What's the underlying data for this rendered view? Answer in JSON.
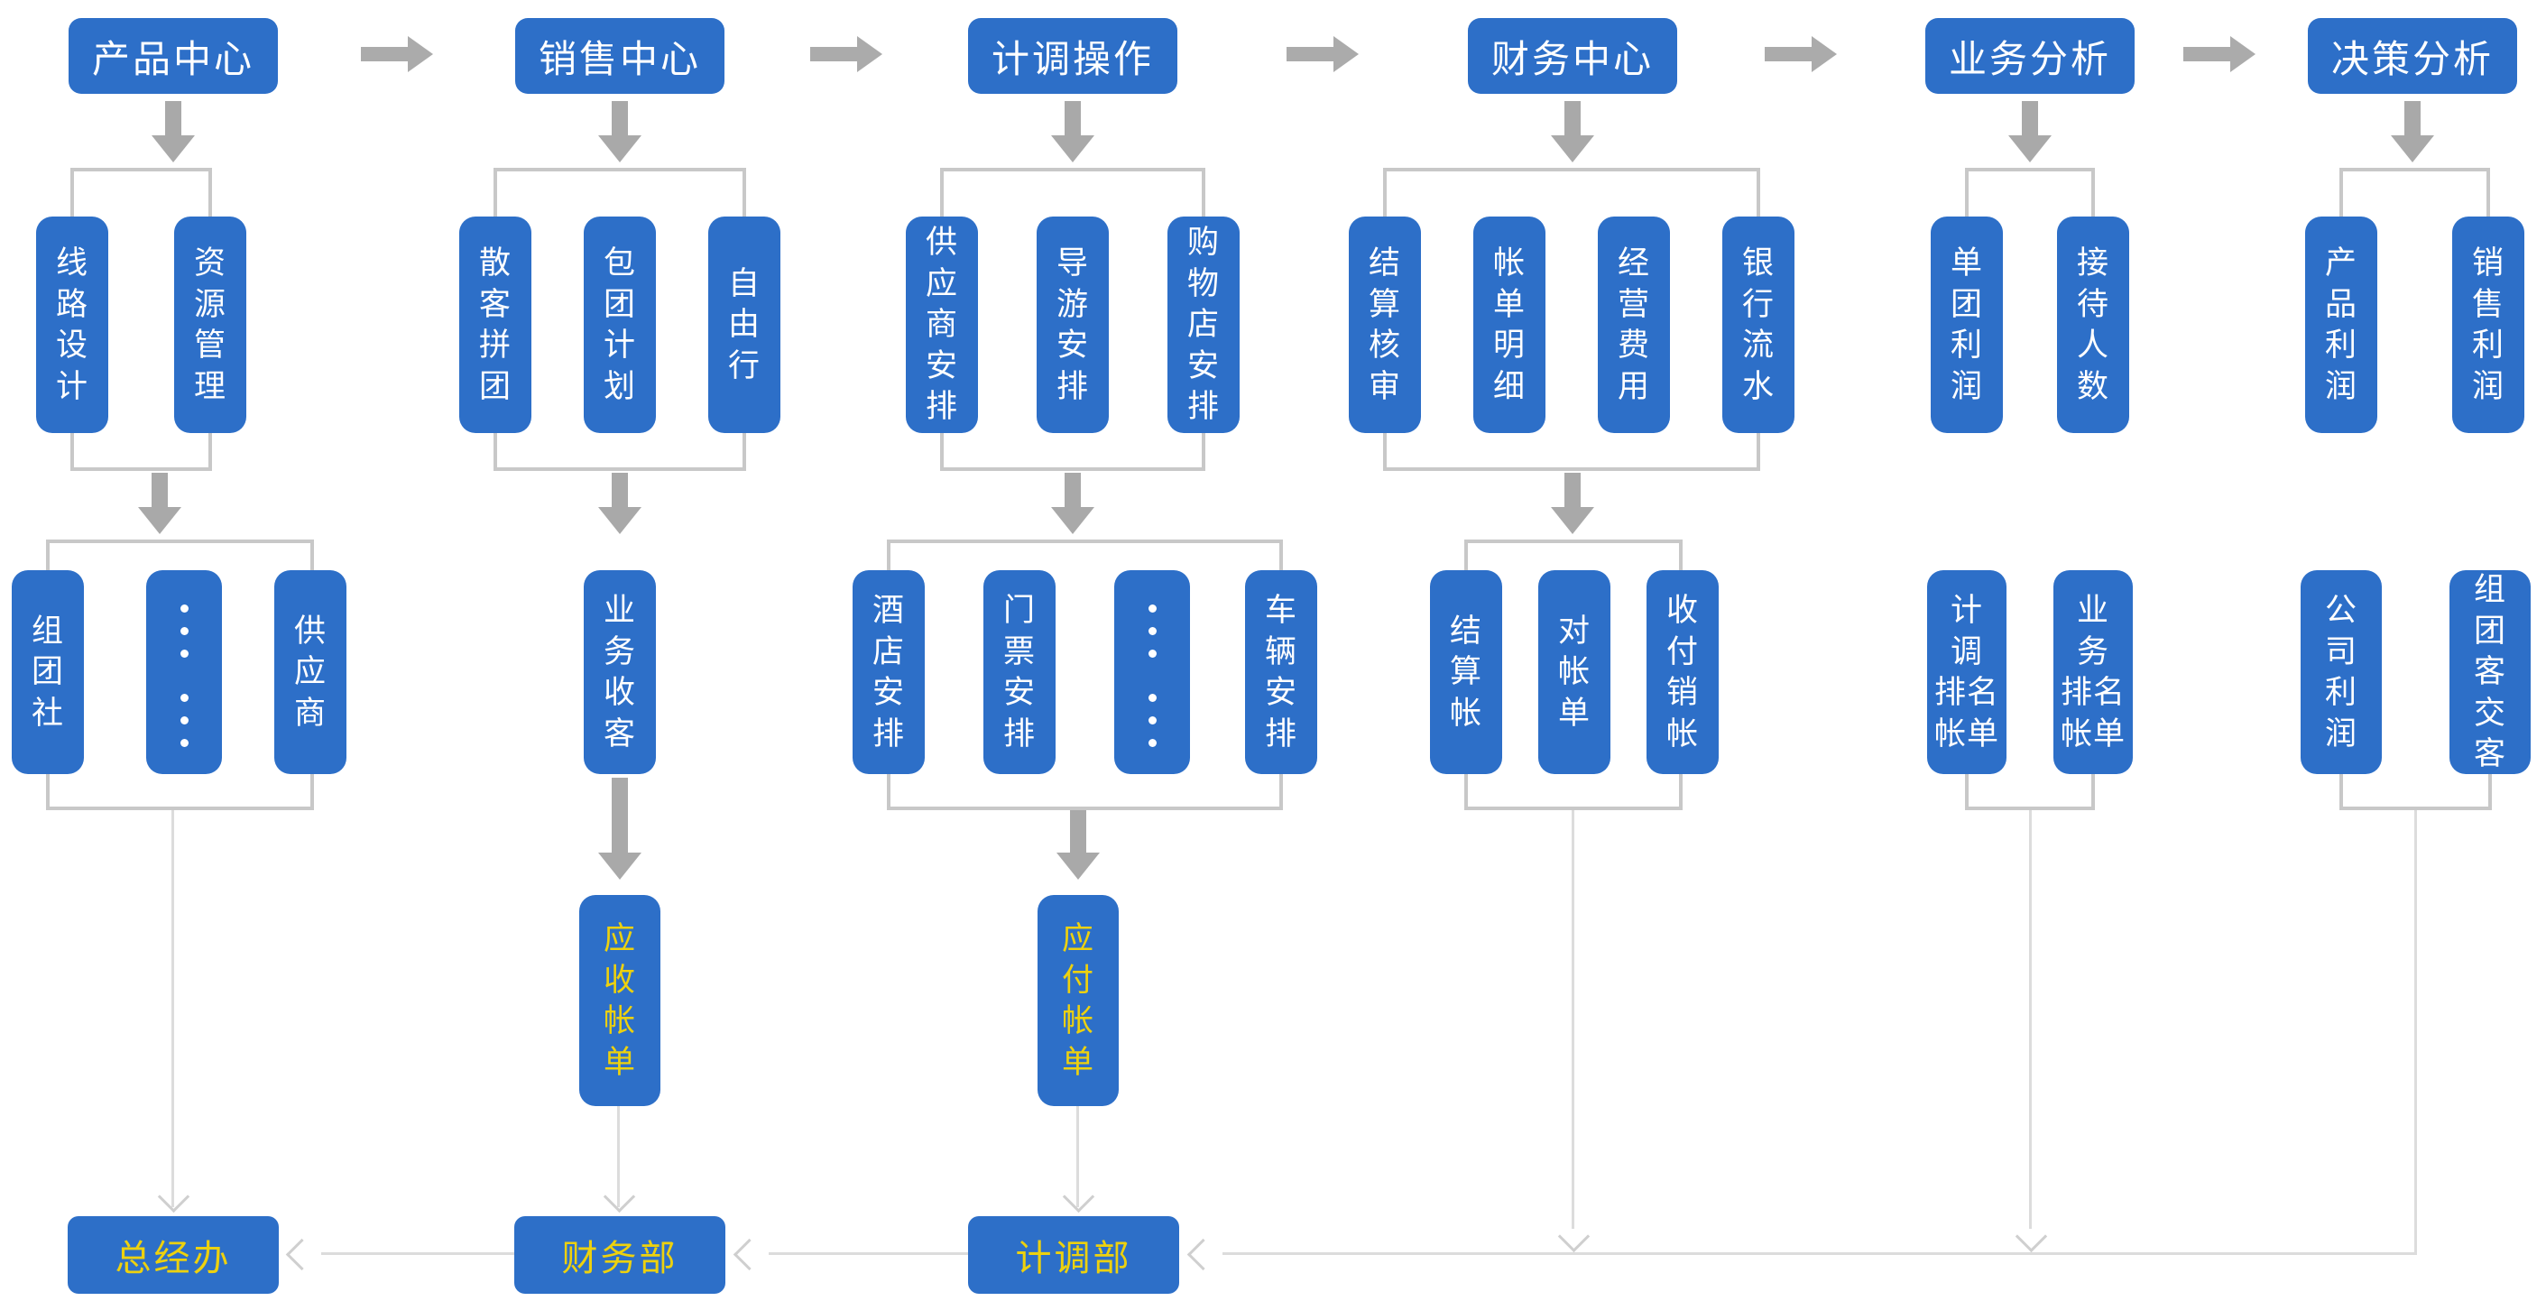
{
  "colors": {
    "node_blue": "#2D6FC8",
    "text_white": "#FFFFFF",
    "text_yellow": "#EDD10E",
    "bracket_gray": "#C8C8C8",
    "arrow_gray": "#A9A9A9",
    "thin_gray": "#DCDCDC"
  },
  "columns": [
    {
      "key": "product-center",
      "header": "产品中心",
      "row1": [
        {
          "text": "线\n路\n设\n计"
        },
        {
          "text": "资\n源\n管\n理"
        }
      ],
      "row2": [
        {
          "text": "组\n团\n社"
        },
        {
          "ellipsis": "vertical-ellipsis-icon"
        },
        {
          "text": "供\n应\n商"
        }
      ]
    },
    {
      "key": "sales-center",
      "header": "销售中心",
      "row1": [
        {
          "text": "散\n客\n拼\n团"
        },
        {
          "text": "包\n团\n计\n划"
        },
        {
          "text": "自\n由\n行"
        }
      ],
      "mid": {
        "text": "业\n务\n收\n客"
      },
      "bill": {
        "text": "应\n收\n帐\n单"
      }
    },
    {
      "key": "dispatch-operations",
      "header": "计调操作",
      "row1": [
        {
          "text": "供\n应\n商\n安\n排"
        },
        {
          "text": "导\n游\n安\n排"
        },
        {
          "text": "购\n物\n店\n安\n排"
        }
      ],
      "row2": [
        {
          "text": "酒\n店\n安\n排"
        },
        {
          "text": "门\n票\n安\n排"
        },
        {
          "ellipsis": "vertical-ellipsis-icon"
        },
        {
          "text": "车\n辆\n安\n排"
        }
      ],
      "bill": {
        "text": "应\n付\n帐\n单"
      }
    },
    {
      "key": "finance-center",
      "header": "财务中心",
      "row1": [
        {
          "text": "结\n算\n核\n审"
        },
        {
          "text": "帐\n单\n明\n细"
        },
        {
          "text": "经\n营\n费\n用"
        },
        {
          "text": "银\n行\n流\n水"
        }
      ],
      "row2": [
        {
          "text": "结\n算\n帐"
        },
        {
          "text": "对\n帐\n单"
        },
        {
          "text": "收\n付\n销\n帐"
        }
      ]
    },
    {
      "key": "business-analysis",
      "header": "业务分析",
      "row1": [
        {
          "text": "单\n团\n利\n润"
        },
        {
          "text": "接\n待\n人\n数"
        }
      ],
      "row2": [
        {
          "text": "计\n调\n排名\n帐单"
        },
        {
          "text": "业\n务\n排名\n帐单"
        }
      ]
    },
    {
      "key": "decision-analysis",
      "header": "决策分析",
      "row1": [
        {
          "text": "产\n品\n利\n润"
        },
        {
          "text": "销\n售\n利\n润"
        }
      ],
      "row2": [
        {
          "text": "公\n司\n利\n润"
        },
        {
          "text": "组\n团\n客\n交\n客"
        }
      ]
    }
  ],
  "bottom": [
    {
      "label": "总经办"
    },
    {
      "label": "财务部"
    },
    {
      "label": "计调部"
    }
  ]
}
